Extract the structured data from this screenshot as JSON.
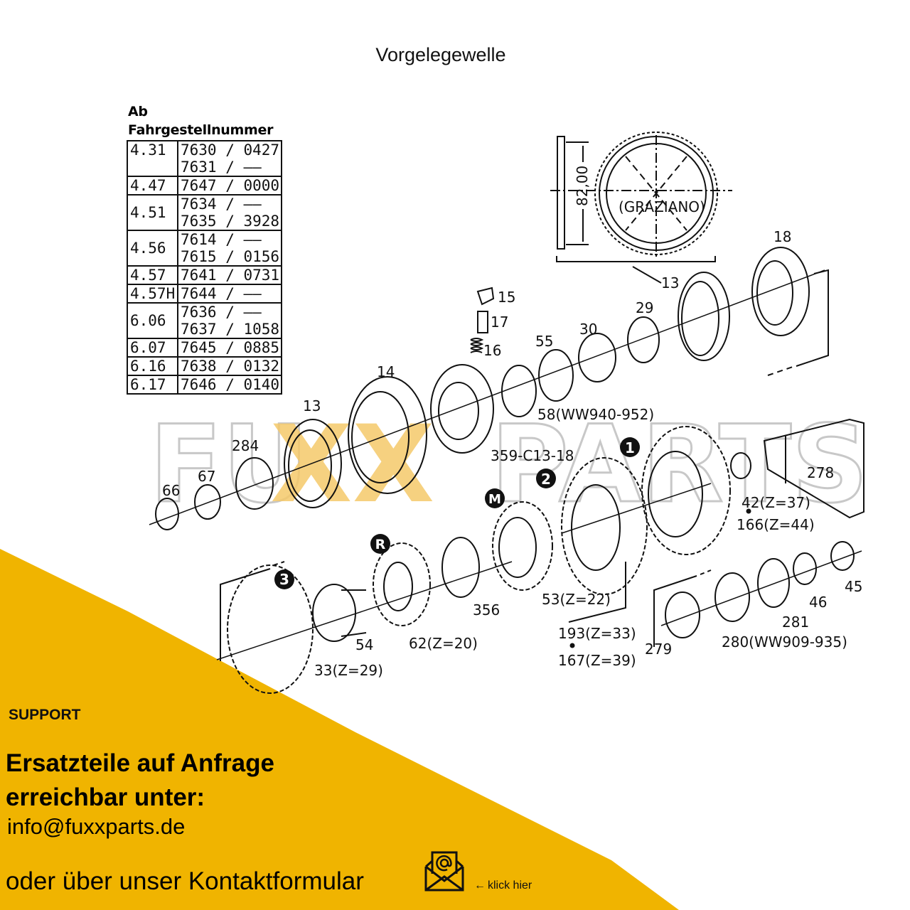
{
  "title": "Vorgelegewelle",
  "chassis_table": {
    "heading_line1": "Ab",
    "heading_line2": "Fahrgestellnummer",
    "rows": [
      {
        "model": "4.31",
        "numbers": [
          "7630 / 0427",
          "7631 / ——"
        ]
      },
      {
        "model": "4.47",
        "numbers": [
          "7647 / 0000"
        ]
      },
      {
        "model": "4.51",
        "numbers": [
          "7634 / ——",
          "7635 / 3928"
        ]
      },
      {
        "model": "4.56",
        "numbers": [
          "7614 / ——",
          "7615 / 0156"
        ]
      },
      {
        "model": "4.57",
        "numbers": [
          "7641 / 0731"
        ]
      },
      {
        "model": "4.57H",
        "numbers": [
          "7644 / ——"
        ]
      },
      {
        "model": "6.06",
        "numbers": [
          "7636 / ——",
          "7637 / 1058"
        ]
      },
      {
        "model": "6.07",
        "numbers": [
          "7645 / 0885"
        ]
      },
      {
        "model": "6.16",
        "numbers": [
          "7638 / 0132"
        ]
      },
      {
        "model": "6.17",
        "numbers": [
          "7646 / 0140"
        ]
      }
    ]
  },
  "diagram": {
    "detail_dimension": "82,00",
    "detail_brand": "(GRAZIANO)",
    "part_labels": {
      "p13_detail": "13",
      "p18": "18",
      "p29": "29",
      "p30": "30",
      "p55": "55",
      "p15": "15",
      "p17": "17",
      "p16": "16",
      "p14": "14",
      "p13": "13",
      "p284": "284",
      "p67": "67",
      "p66": "66",
      "p58": "58(WW940-952)",
      "p359": "359-C13-18",
      "p278": "278",
      "p42": "42(Z=37)",
      "p166": "166(Z=44)",
      "p53": "53(Z=22)",
      "p193": "193(Z=33)",
      "p167": "167(Z=39)",
      "p356": "356",
      "p62": "62(Z=20)",
      "p54": "54",
      "p33": "33(Z=29)",
      "p45": "45",
      "p46": "46",
      "p281": "281",
      "p280": "280(WW909-935)",
      "p279": "279"
    },
    "gear_markers": {
      "first": "1",
      "second": "2",
      "third": "3",
      "reverse": "R",
      "main": "M"
    },
    "watermark": {
      "text_left": "FU",
      "text_x": "XX",
      "text_right": "PARTS",
      "x_color": "#f5c96a",
      "outline_color": "#c8c8c8"
    }
  },
  "support": {
    "label": "SUPPORT",
    "headline_line1": "Ersatzteile auf Anfrage",
    "headline_line2": "erreichbar unter:",
    "email": "info@fuxxparts.de",
    "contact_text": "oder über unser Kontaktformular",
    "contact_icon": "envelope-at-icon",
    "klick_arrow": "🡸",
    "klick_text": "klick hier",
    "accent_color": "#f0b400"
  }
}
